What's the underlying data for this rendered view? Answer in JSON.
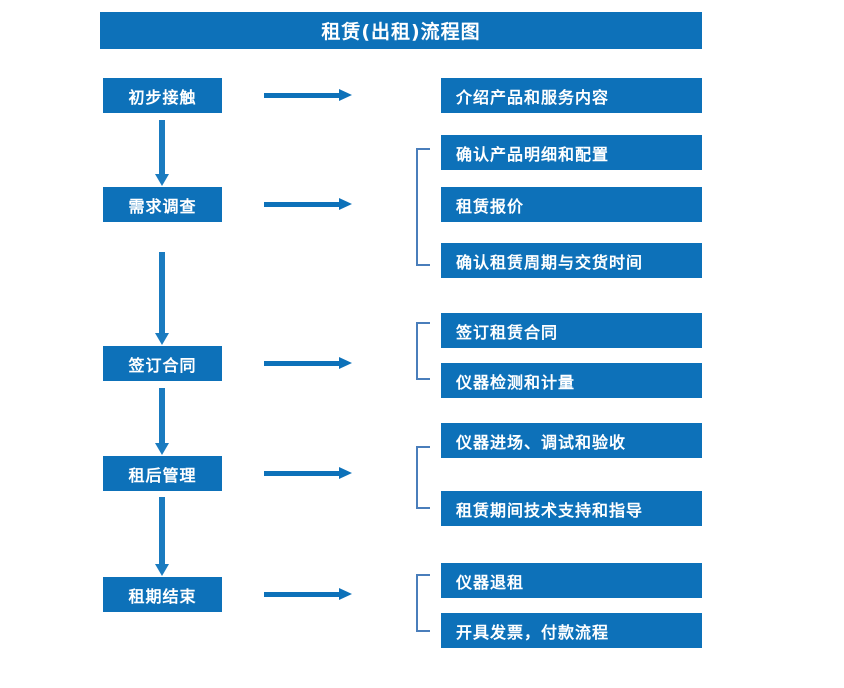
{
  "title": "租赁(出租)流程图",
  "colors": {
    "box_blue": "#0d71b9",
    "arrow_blue": "#1a7bc0",
    "bracket_blue": "#4a7ebb",
    "text_white": "#ffffff",
    "background": "#ffffff"
  },
  "stages": [
    {
      "id": "stage-1",
      "label": "初步接触"
    },
    {
      "id": "stage-2",
      "label": "需求调查"
    },
    {
      "id": "stage-3",
      "label": "签订合同"
    },
    {
      "id": "stage-4",
      "label": "租后管理"
    },
    {
      "id": "stage-5",
      "label": "租期结束"
    }
  ],
  "details": [
    {
      "id": "detail-1",
      "label": "介绍产品和服务内容"
    },
    {
      "id": "detail-2",
      "label": "确认产品明细和配置"
    },
    {
      "id": "detail-3",
      "label": "租赁报价"
    },
    {
      "id": "detail-4",
      "label": "确认租赁周期与交货时间"
    },
    {
      "id": "detail-5",
      "label": "签订租赁合同"
    },
    {
      "id": "detail-6",
      "label": "仪器检测和计量"
    },
    {
      "id": "detail-7",
      "label": "仪器进场、调试和验收"
    },
    {
      "id": "detail-8",
      "label": "租赁期间技术支持和指导"
    },
    {
      "id": "detail-9",
      "label": "仪器退租"
    },
    {
      "id": "detail-10",
      "label": "开具发票，付款流程"
    }
  ],
  "groups": [
    {
      "id": "group-1",
      "stage": "需求调查",
      "details": [
        "确认产品明细和配置",
        "租赁报价",
        "确认租赁周期与交货时间"
      ]
    },
    {
      "id": "group-2",
      "stage": "签订合同",
      "details": [
        "签订租赁合同",
        "仪器检测和计量"
      ]
    },
    {
      "id": "group-3",
      "stage": "租后管理",
      "details": [
        "仪器进场、调试和验收",
        "租赁期间技术支持和指导"
      ]
    },
    {
      "id": "group-4",
      "stage": "租期结束",
      "details": [
        "仪器退租",
        "开具发票，付款流程"
      ]
    }
  ],
  "connectors": {
    "stage_to_stage": [
      "初步接触→需求调查",
      "需求调查→签订合同",
      "签订合同→租后管理",
      "租后管理→租期结束"
    ],
    "stage_to_detail": [
      "初步接触→介绍产品和服务内容",
      "需求调查→确认产品明细和配置",
      "签订合同→签订租赁合同",
      "租后管理→仪器进场、调试和验收",
      "租期结束→仪器退租"
    ]
  }
}
